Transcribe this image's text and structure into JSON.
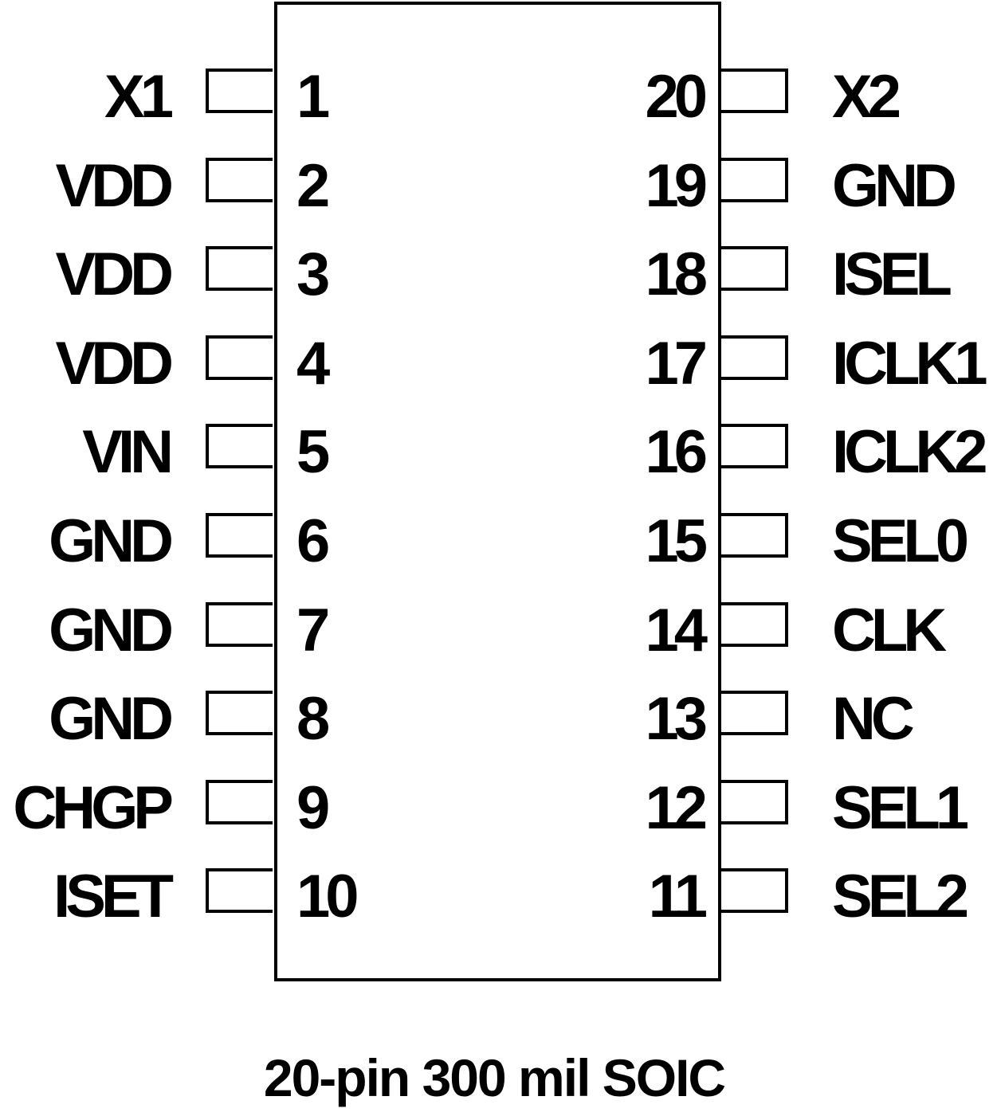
{
  "diagram": {
    "type": "ic-pinout",
    "caption": "20-pin 300 mil SOIC",
    "left_pins": [
      {
        "number": "1",
        "name": "X1"
      },
      {
        "number": "2",
        "name": "VDD"
      },
      {
        "number": "3",
        "name": "VDD"
      },
      {
        "number": "4",
        "name": "VDD"
      },
      {
        "number": "5",
        "name": "VIN"
      },
      {
        "number": "6",
        "name": "GND"
      },
      {
        "number": "7",
        "name": "GND"
      },
      {
        "number": "8",
        "name": "GND"
      },
      {
        "number": "9",
        "name": "CHGP"
      },
      {
        "number": "10",
        "name": "ISET"
      }
    ],
    "right_pins": [
      {
        "number": "20",
        "name": "X2"
      },
      {
        "number": "19",
        "name": "GND"
      },
      {
        "number": "18",
        "name": "ISEL"
      },
      {
        "number": "17",
        "name": "ICLK1"
      },
      {
        "number": "16",
        "name": "ICLK2"
      },
      {
        "number": "15",
        "name": "SEL0"
      },
      {
        "number": "14",
        "name": "CLK"
      },
      {
        "number": "13",
        "name": "NC"
      },
      {
        "number": "12",
        "name": "SEL1"
      },
      {
        "number": "11",
        "name": "SEL2"
      }
    ]
  },
  "colors": {
    "stroke": "#000000",
    "background": "#ffffff",
    "text": "#000000"
  }
}
